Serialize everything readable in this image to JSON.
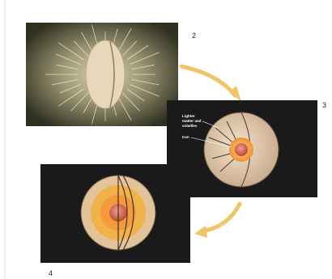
{
  "panels": [
    {
      "number": "2"
    },
    {
      "number": "3",
      "callouts": [
        "Lighter",
        "matter and",
        "volatiles",
        "Iron"
      ]
    },
    {
      "number": "4"
    }
  ],
  "colors": {
    "panel_bg": "#1a1a1a",
    "arrow": "#f2c46a",
    "iron_core": "#cf5a46",
    "molten_zone": "#f39a3b",
    "mantle": "#e2b68c",
    "crust": "#c9a57e"
  }
}
